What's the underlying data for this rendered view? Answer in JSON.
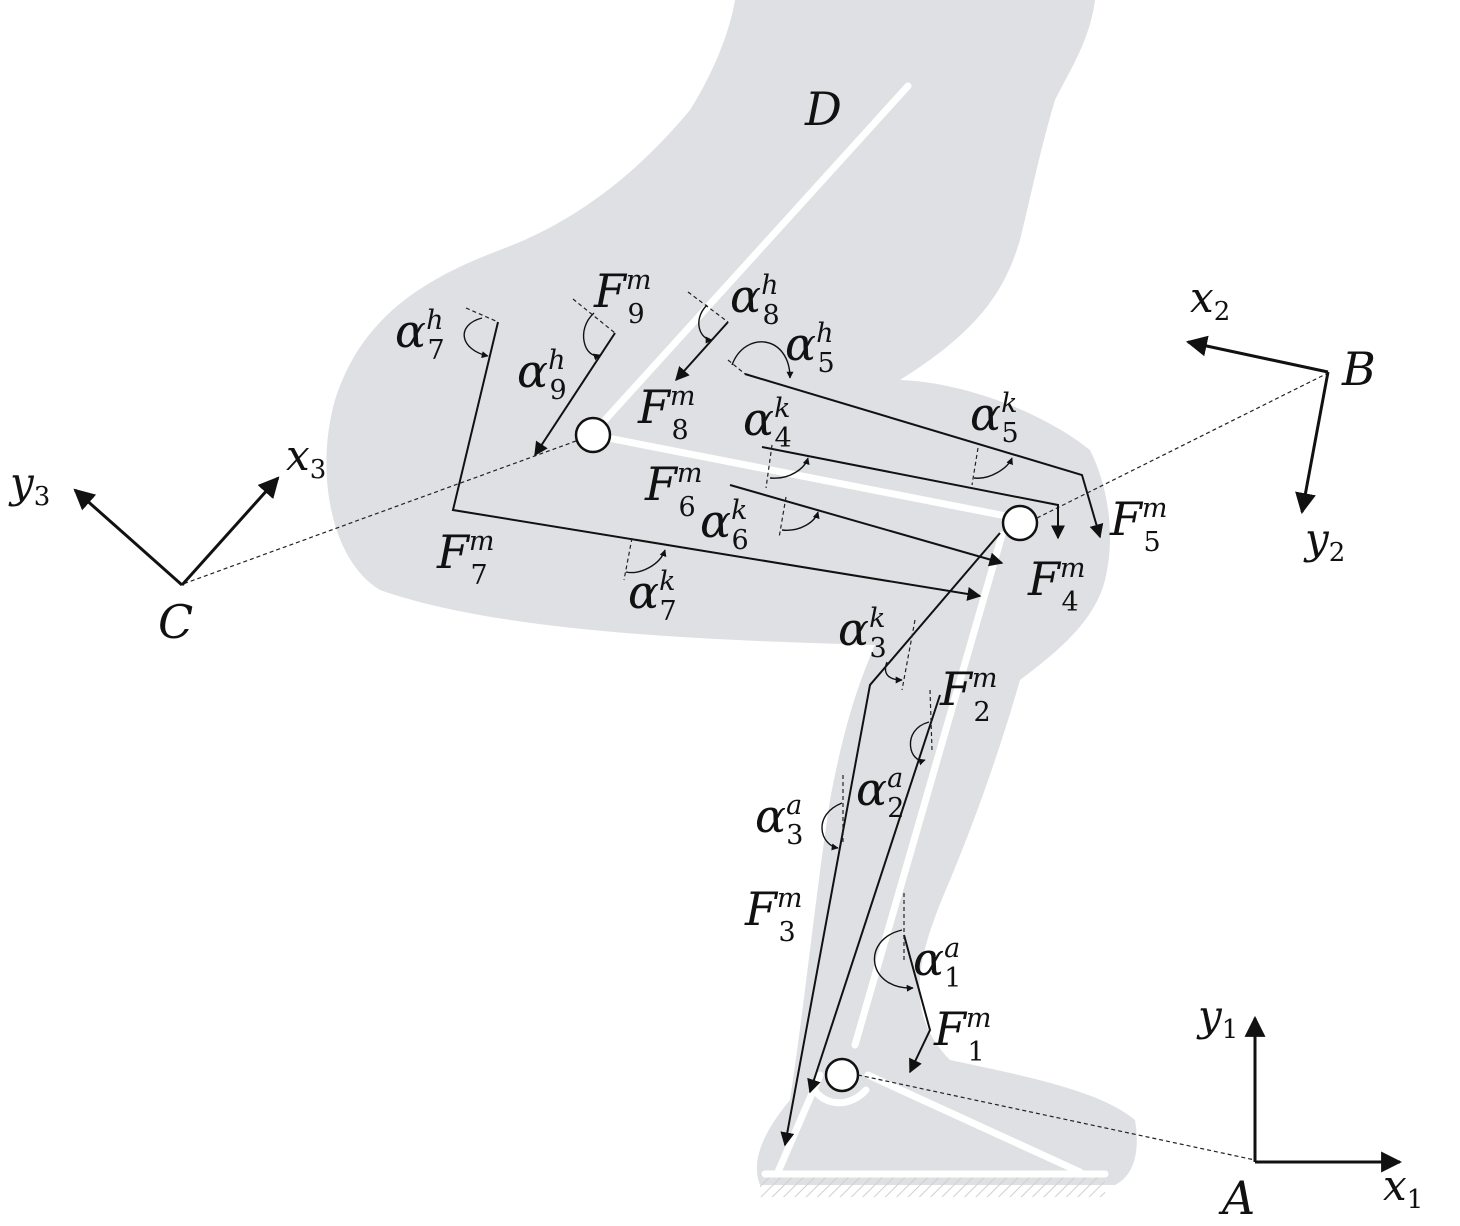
{
  "points": {
    "A": "A",
    "B": "B",
    "C": "C",
    "D": "D"
  },
  "frames": {
    "frame1": {
      "x": "x",
      "x_sub": "1",
      "y": "y",
      "y_sub": "1"
    },
    "frame2": {
      "x": "x",
      "x_sub": "2",
      "y": "y",
      "y_sub": "2"
    },
    "frame3": {
      "x": "x",
      "x_sub": "3",
      "y": "y",
      "y_sub": "3"
    }
  },
  "forces": [
    {
      "sym": "F",
      "sup": "m",
      "sub": "1"
    },
    {
      "sym": "F",
      "sup": "m",
      "sub": "2"
    },
    {
      "sym": "F",
      "sup": "m",
      "sub": "3"
    },
    {
      "sym": "F",
      "sup": "m",
      "sub": "4"
    },
    {
      "sym": "F",
      "sup": "m",
      "sub": "5"
    },
    {
      "sym": "F",
      "sup": "m",
      "sub": "6"
    },
    {
      "sym": "F",
      "sup": "m",
      "sub": "7"
    },
    {
      "sym": "F",
      "sup": "m",
      "sub": "8"
    },
    {
      "sym": "F",
      "sup": "m",
      "sub": "9"
    }
  ],
  "angles": [
    {
      "sym": "α",
      "sup": "a",
      "sub": "1"
    },
    {
      "sym": "α",
      "sup": "a",
      "sub": "2"
    },
    {
      "sym": "α",
      "sup": "a",
      "sub": "3"
    },
    {
      "sym": "α",
      "sup": "k",
      "sub": "3"
    },
    {
      "sym": "α",
      "sup": "k",
      "sub": "4"
    },
    {
      "sym": "α",
      "sup": "k",
      "sub": "5"
    },
    {
      "sym": "α",
      "sup": "k",
      "sub": "6"
    },
    {
      "sym": "α",
      "sup": "k",
      "sub": "7"
    },
    {
      "sym": "α",
      "sup": "h",
      "sub": "5"
    },
    {
      "sym": "α",
      "sup": "h",
      "sub": "7"
    },
    {
      "sym": "α",
      "sup": "h",
      "sub": "8"
    },
    {
      "sym": "α",
      "sup": "h",
      "sub": "9"
    }
  ]
}
